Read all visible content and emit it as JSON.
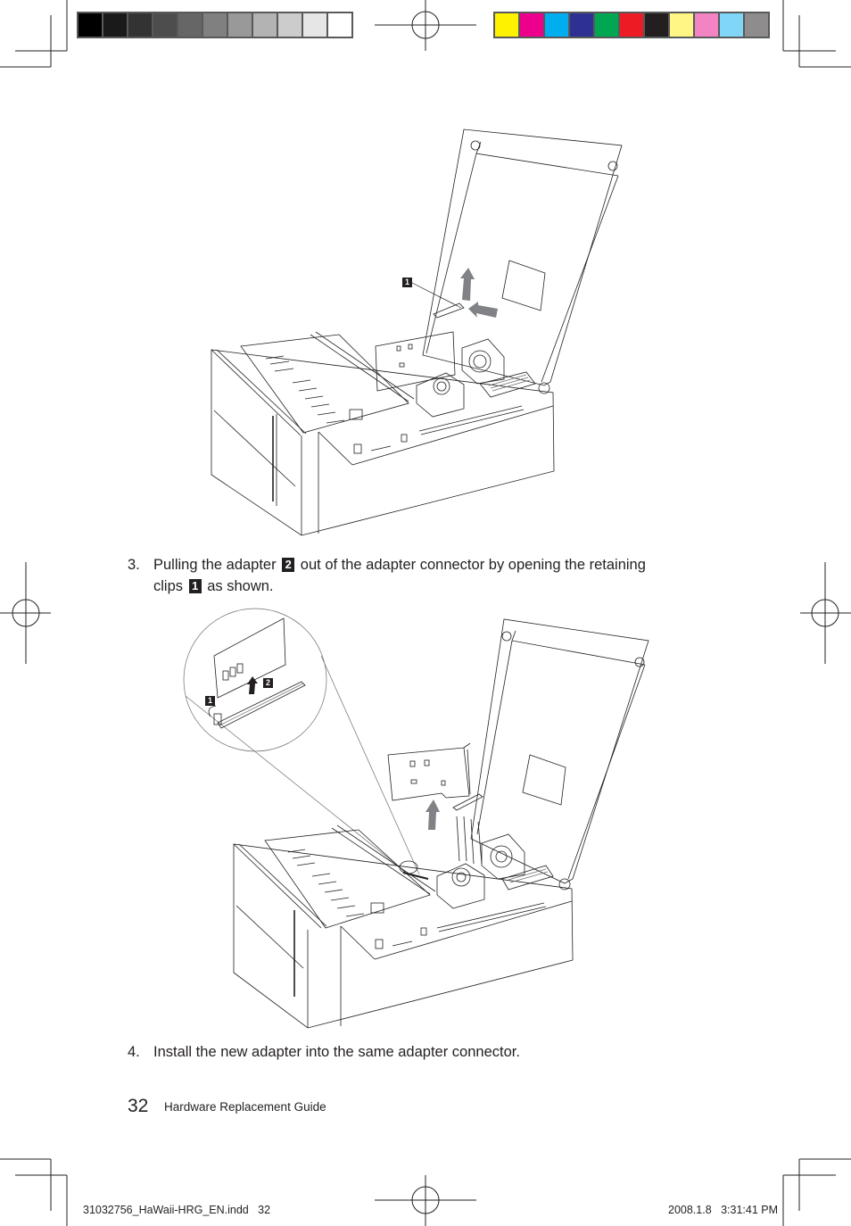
{
  "color_bars": {
    "grayscale": [
      "#000000",
      "#1a1a1a",
      "#333333",
      "#4d4d4d",
      "#666666",
      "#808080",
      "#999999",
      "#b3b3b3",
      "#cccccc",
      "#e6e6e6",
      "#ffffff"
    ],
    "process": [
      "#fff200",
      "#ec008c",
      "#00aeef",
      "#2e3192",
      "#00a651",
      "#ed1c24",
      "#231f20",
      "#fff685",
      "#f384c4",
      "#7fd6f7",
      "#8e8c8d"
    ]
  },
  "figure_1": {
    "callouts": [
      {
        "label": "1"
      }
    ],
    "arrows": [
      "up-arrow",
      "left-arrow"
    ]
  },
  "steps": [
    {
      "number": "3.",
      "text_before": "Pulling the adapter",
      "badge_1": "2",
      "text_middle": "out of the adapter connector by opening the retaining",
      "line2_before": "clips",
      "badge_2": "1",
      "line2_after": "as shown."
    },
    {
      "number": "4.",
      "text": "Install the new adapter into the same adapter connector."
    }
  ],
  "figure_2": {
    "callouts": [
      {
        "label": "1"
      },
      {
        "label": "2"
      }
    ]
  },
  "footer": {
    "page_number": "32",
    "guide_title": "Hardware Replacement Guide"
  },
  "slug": {
    "file_name": "31032756_HaWaii-HRG_EN.indd   32",
    "timestamp": "2008.1.8   3:31:41 PM"
  }
}
